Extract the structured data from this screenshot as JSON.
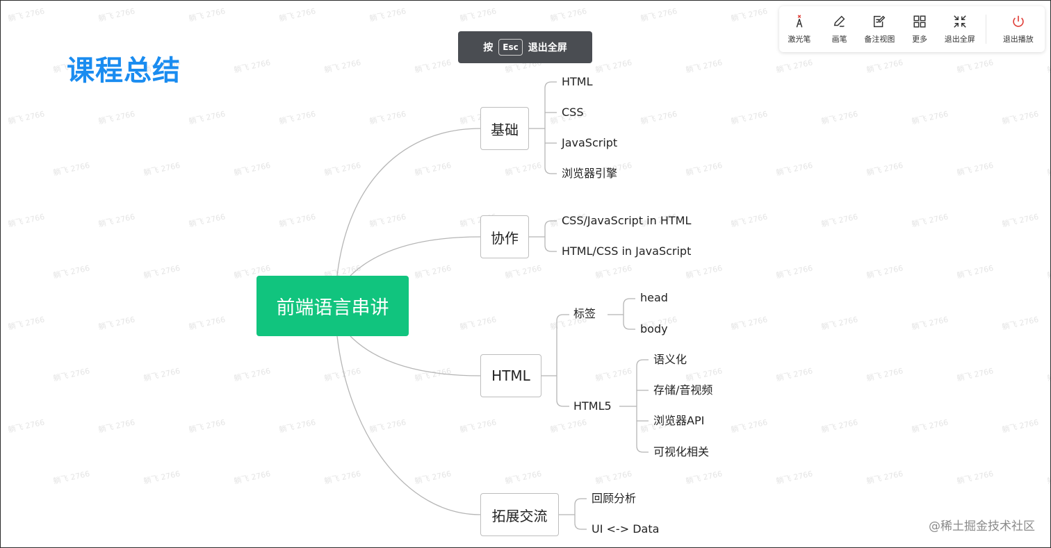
{
  "slide": {
    "title": "课程总结",
    "watermark_text": "躺飞 2766"
  },
  "esc_hint": {
    "prefix": "按",
    "key": "Esc",
    "suffix": "退出全屏"
  },
  "toolbar": {
    "items": [
      {
        "label": "激光笔",
        "icon": "laser-pointer-icon"
      },
      {
        "label": "画笔",
        "icon": "pen-icon"
      },
      {
        "label": "备注视图",
        "icon": "notes-view-icon"
      },
      {
        "label": "更多",
        "icon": "grid-more-icon"
      },
      {
        "label": "退出全屏",
        "icon": "exit-fullscreen-icon"
      },
      {
        "label": "退出播放",
        "icon": "power-icon"
      }
    ],
    "exit_color": "#e0403a"
  },
  "mindmap": {
    "root": "前端语言串讲",
    "root_color": "#11c47e",
    "branches": {
      "basics": {
        "label": "基础",
        "children": [
          "HTML",
          "CSS",
          "JavaScript",
          "浏览器引擎"
        ]
      },
      "collab": {
        "label": "协作",
        "children": [
          "CSS/JavaScript in HTML",
          "HTML/CSS in JavaScript"
        ]
      },
      "html": {
        "label": "HTML",
        "tags": {
          "label": "标签",
          "children": [
            "head",
            "body"
          ]
        },
        "html5": {
          "label": "HTML5",
          "children": [
            "语义化",
            "存储/音视频",
            "浏览器API",
            "可视化相关"
          ]
        }
      },
      "extend": {
        "label": "拓展交流",
        "children": [
          "回顾分析",
          "UI <-> Data"
        ]
      }
    }
  },
  "credit": "@稀土掘金技术社区"
}
